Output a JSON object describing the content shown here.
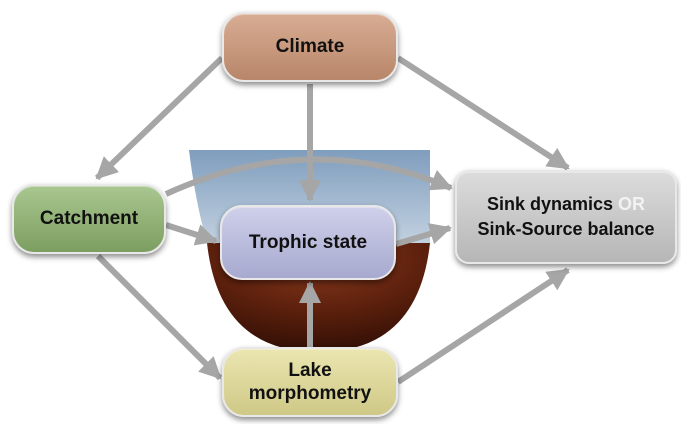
{
  "diagram": {
    "nodes": {
      "climate": {
        "label": "Climate",
        "color": "#c79b80"
      },
      "catchment": {
        "label": "Catchment",
        "color": "#92b177"
      },
      "trophic_state": {
        "label": "Trophic state",
        "color": "#b9bbdd"
      },
      "lake_morphometry": {
        "line1": "Lake",
        "line2": "morphometry",
        "color": "#ddd79c"
      },
      "sink": {
        "line1_a": "Sink dynamics ",
        "line1_b": "OR",
        "line2": "Sink-Source balance",
        "color": "#c8c8c8"
      }
    },
    "edges": [
      {
        "from": "climate",
        "to": "catchment"
      },
      {
        "from": "climate",
        "to": "trophic_state"
      },
      {
        "from": "climate",
        "to": "sink"
      },
      {
        "from": "catchment",
        "to": "trophic_state"
      },
      {
        "from": "catchment",
        "to": "lake_morphometry"
      },
      {
        "from": "catchment",
        "to": "sink"
      },
      {
        "from": "lake_morphometry",
        "to": "trophic_state"
      },
      {
        "from": "lake_morphometry",
        "to": "sink"
      },
      {
        "from": "trophic_state",
        "to": "sink"
      }
    ],
    "colors": {
      "arrow": "#a6a6a6",
      "water_top": "#7f9dbd",
      "water_bottom": "#c2d1e0",
      "sediment_top": "#8b3a1e",
      "sediment_bottom": "#2c0d05"
    }
  }
}
